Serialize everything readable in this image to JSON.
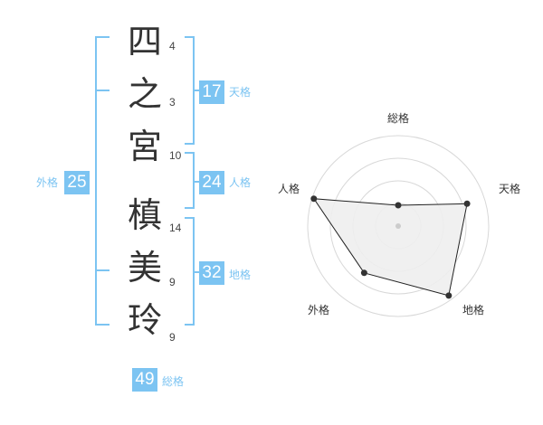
{
  "name": {
    "characters": [
      {
        "char": "四",
        "strokes": "4"
      },
      {
        "char": "之",
        "strokes": "3"
      },
      {
        "char": "宮",
        "strokes": "10"
      },
      {
        "char": "槙",
        "strokes": "14"
      },
      {
        "char": "美",
        "strokes": "9"
      },
      {
        "char": "玲",
        "strokes": "9"
      }
    ]
  },
  "kakusu": {
    "tenkaku": {
      "value": "17",
      "label": "天格"
    },
    "jinkaku": {
      "value": "24",
      "label": "人格"
    },
    "chikaku": {
      "value": "32",
      "label": "地格"
    },
    "gaikaku": {
      "value": "25",
      "label": "外格"
    },
    "soukaku": {
      "value": "49",
      "label": "総格"
    }
  },
  "radar": {
    "axes": [
      "総格",
      "天格",
      "地格",
      "外格",
      "人格"
    ],
    "levels": 4,
    "values": [
      0.23,
      0.8,
      0.95,
      0.64,
      0.98
    ]
  },
  "colors": {
    "accent": "#7cc4f2",
    "text": "#333333",
    "grid": "#d8d8d8",
    "fill": "#eeeeee"
  }
}
